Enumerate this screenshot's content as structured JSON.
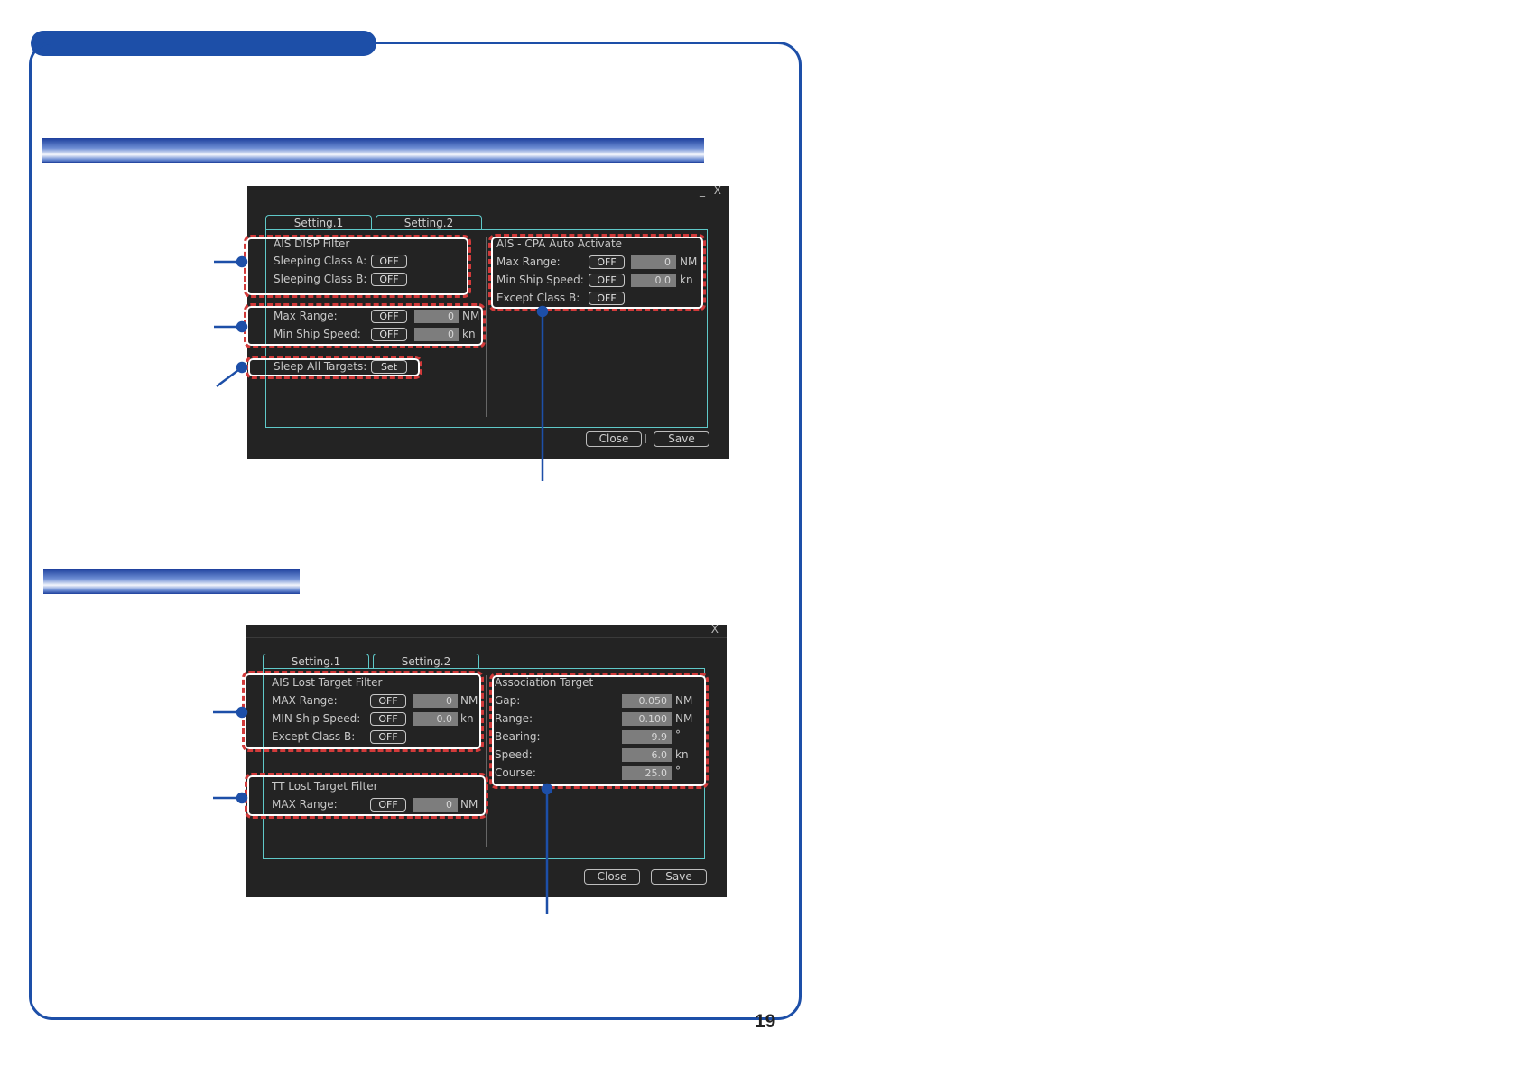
{
  "page_number": "19",
  "window_controls": "_ X",
  "dialog1": {
    "tabs": [
      "Setting.1",
      "Setting.2"
    ],
    "ais_disp_filter": {
      "title": "AIS DISP Filter",
      "sleeping_class_a": {
        "label": "Sleeping Class A:",
        "state": "OFF"
      },
      "sleeping_class_b": {
        "label": "Sleeping Class B:",
        "state": "OFF"
      }
    },
    "range_speed": {
      "max_range": {
        "label": "Max Range:",
        "state": "OFF",
        "value": "0",
        "unit": "NM"
      },
      "min_ship_speed": {
        "label": "Min Ship Speed:",
        "state": "OFF",
        "value": "0",
        "unit": "kn"
      }
    },
    "sleep_all": {
      "label": "Sleep All Targets:",
      "button": "Set"
    },
    "cpa_auto_activate": {
      "title": "AIS - CPA Auto Activate",
      "max_range": {
        "label": "Max Range:",
        "state": "OFF",
        "value": "0",
        "unit": "NM"
      },
      "min_ship_speed": {
        "label": "Min Ship Speed:",
        "state": "OFF",
        "value": "0.0",
        "unit": "kn"
      },
      "except_class_b": {
        "label": "Except Class B:",
        "state": "OFF"
      }
    },
    "close": "Close",
    "save": "Save"
  },
  "dialog2": {
    "tabs": [
      "Setting.1",
      "Setting.2"
    ],
    "ais_lost_filter": {
      "title": "AIS Lost Target Filter",
      "max_range": {
        "label": "MAX Range:",
        "state": "OFF",
        "value": "0",
        "unit": "NM"
      },
      "min_ship_speed": {
        "label": "MIN Ship Speed:",
        "state": "OFF",
        "value": "0.0",
        "unit": "kn"
      },
      "except_class_b": {
        "label": "Except Class B:",
        "state": "OFF"
      }
    },
    "tt_lost_filter": {
      "title": "TT Lost Target Filter",
      "max_range": {
        "label": "MAX Range:",
        "state": "OFF",
        "value": "0",
        "unit": "NM"
      }
    },
    "association": {
      "title": "Association Target",
      "gap": {
        "label": "Gap:",
        "value": "0.050",
        "unit": "NM"
      },
      "range": {
        "label": "Range:",
        "value": "0.100",
        "unit": "NM"
      },
      "bearing": {
        "label": "Bearing:",
        "value": "9.9",
        "unit": "°"
      },
      "speed": {
        "label": "Speed:",
        "value": "6.0",
        "unit": "kn"
      },
      "course": {
        "label": "Course:",
        "value": "25.0",
        "unit": "°"
      }
    },
    "close": "Close",
    "save": "Save"
  },
  "colors": {
    "accent_blue": "#1d4fa8",
    "highlight_red": "#d23a3a",
    "panel_teal": "#5fc8c8",
    "dialog_bg": "#232323"
  }
}
